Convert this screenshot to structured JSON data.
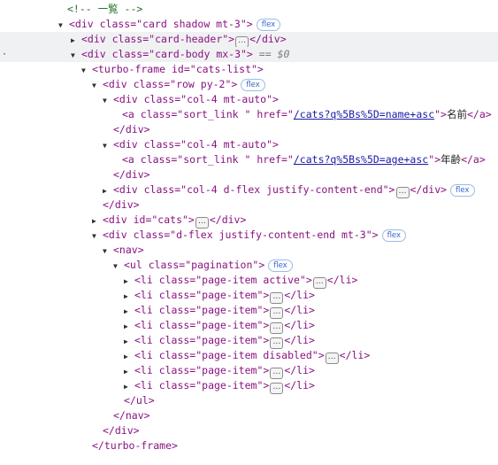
{
  "devtools": {
    "badge_flex": "flex",
    "ellipsis": "…",
    "lines": {
      "comment": "<!-- 一覧 -->",
      "card_open": "<div class=\"card shadow mt-3\">",
      "card_header": "<div class=\"card-header\">",
      "card_header_close": "</div>",
      "card_body": "<div class=\"card-body mx-3\">",
      "card_body_hint": " == $0",
      "turbo_open": "<turbo-frame id=\"cats-list\">",
      "row_open": "<div class=\"row py-2\">",
      "col1_open": "<div class=\"col-4 mt-auto\">",
      "col1_a_open": "<a class=\"sort_link \" href=\"",
      "col1_a_href": "/cats?q%5Bs%5D=name+asc",
      "col1_a_mid": "\">",
      "col1_a_text": "名前",
      "col1_a_close": "</a>",
      "col1_close": "</div>",
      "col2_open": "<div class=\"col-4 mt-auto\">",
      "col2_a_open": "<a class=\"sort_link \" href=\"",
      "col2_a_href": "/cats?q%5Bs%5D=age+asc",
      "col2_a_mid": "\">",
      "col2_a_text": "年齢",
      "col2_a_close": "</a>",
      "col2_close": "</div>",
      "col3": "<div class=\"col-4 d-flex justify-content-end\">",
      "col3_close": "</div>",
      "row_close": "</div>",
      "cats_open": "<div id=\"cats\">",
      "cats_close": "</div>",
      "flex_open": "<div class=\"d-flex justify-content-end mt-3\">",
      "nav_open": "<nav>",
      "ul_open": "<ul class=\"pagination\">",
      "li_active": "<li class=\"page-item active\">",
      "li_item": "<li class=\"page-item\">",
      "li_disabled": "<li class=\"page-item disabled\">",
      "li_close": "</li>",
      "ul_close": "</ul>",
      "nav_close": "</nav>",
      "flex_close": "</div>",
      "turbo_close": "</turbo-frame>",
      "margin_dot": "·"
    }
  }
}
